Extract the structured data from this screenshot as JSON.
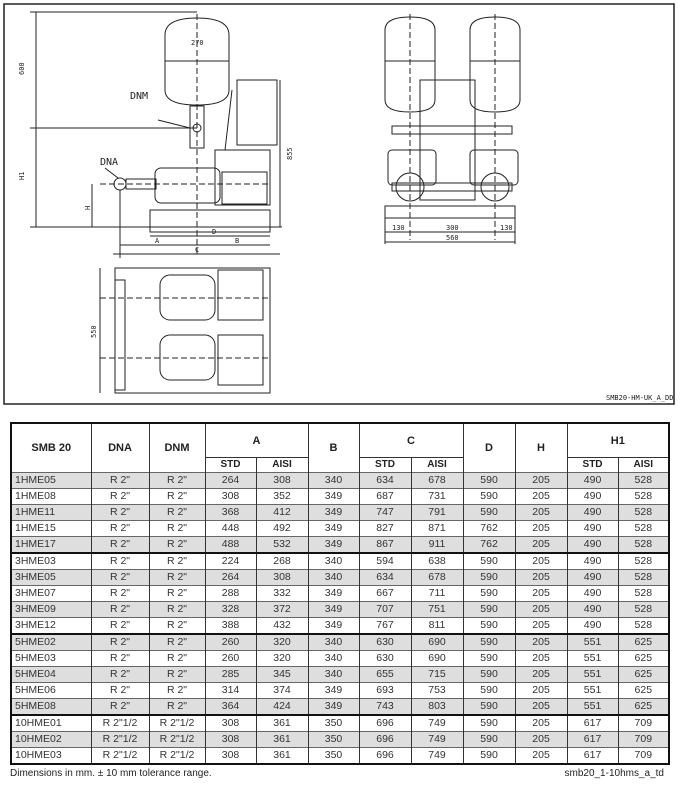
{
  "drawing": {
    "code": "SMB20-HM-UK_A_DD",
    "labels": {
      "dnm": "DNM",
      "dna": "DNA",
      "d270": "270",
      "d600": "600",
      "h1": "H1",
      "h": "H",
      "d855": "855",
      "a": "A",
      "b": "B",
      "c": "C",
      "d": "D",
      "d550": "550",
      "d130a": "130",
      "d300": "300",
      "d130b": "130",
      "d560": "560"
    }
  },
  "table": {
    "headers": {
      "model": "SMB 20",
      "dna": "DNA",
      "dnm": "DNM",
      "a": "A",
      "b": "B",
      "c": "C",
      "d": "D",
      "h": "H",
      "h1": "H1",
      "std": "STD",
      "aisi": "AISI"
    },
    "rows": [
      [
        "1HME05",
        "R 2\"",
        "R 2\"",
        "264",
        "308",
        "340",
        "634",
        "678",
        "590",
        "205",
        "490",
        "528"
      ],
      [
        "1HME08",
        "R 2\"",
        "R 2\"",
        "308",
        "352",
        "349",
        "687",
        "731",
        "590",
        "205",
        "490",
        "528"
      ],
      [
        "1HME11",
        "R 2\"",
        "R 2\"",
        "368",
        "412",
        "349",
        "747",
        "791",
        "590",
        "205",
        "490",
        "528"
      ],
      [
        "1HME15",
        "R 2\"",
        "R 2\"",
        "448",
        "492",
        "349",
        "827",
        "871",
        "762",
        "205",
        "490",
        "528"
      ],
      [
        "1HME17",
        "R 2\"",
        "R 2\"",
        "488",
        "532",
        "349",
        "867",
        "911",
        "762",
        "205",
        "490",
        "528"
      ],
      [
        "3HME03",
        "R 2\"",
        "R 2\"",
        "224",
        "268",
        "340",
        "594",
        "638",
        "590",
        "205",
        "490",
        "528"
      ],
      [
        "3HME05",
        "R 2\"",
        "R 2\"",
        "264",
        "308",
        "340",
        "634",
        "678",
        "590",
        "205",
        "490",
        "528"
      ],
      [
        "3HME07",
        "R 2\"",
        "R 2\"",
        "288",
        "332",
        "349",
        "667",
        "711",
        "590",
        "205",
        "490",
        "528"
      ],
      [
        "3HME09",
        "R 2\"",
        "R 2\"",
        "328",
        "372",
        "349",
        "707",
        "751",
        "590",
        "205",
        "490",
        "528"
      ],
      [
        "3HME12",
        "R 2\"",
        "R 2\"",
        "388",
        "432",
        "349",
        "767",
        "811",
        "590",
        "205",
        "490",
        "528"
      ],
      [
        "5HME02",
        "R 2\"",
        "R 2\"",
        "260",
        "320",
        "340",
        "630",
        "690",
        "590",
        "205",
        "551",
        "625"
      ],
      [
        "5HME03",
        "R 2\"",
        "R 2\"",
        "260",
        "320",
        "340",
        "630",
        "690",
        "590",
        "205",
        "551",
        "625"
      ],
      [
        "5HME04",
        "R 2\"",
        "R 2\"",
        "285",
        "345",
        "340",
        "655",
        "715",
        "590",
        "205",
        "551",
        "625"
      ],
      [
        "5HME06",
        "R 2\"",
        "R 2\"",
        "314",
        "374",
        "349",
        "693",
        "753",
        "590",
        "205",
        "551",
        "625"
      ],
      [
        "5HME08",
        "R 2\"",
        "R 2\"",
        "364",
        "424",
        "349",
        "743",
        "803",
        "590",
        "205",
        "551",
        "625"
      ],
      [
        "10HME01",
        "R 2\"1/2",
        "R 2\"1/2",
        "308",
        "361",
        "350",
        "696",
        "749",
        "590",
        "205",
        "617",
        "709"
      ],
      [
        "10HME02",
        "R 2\"1/2",
        "R 2\"1/2",
        "308",
        "361",
        "350",
        "696",
        "749",
        "590",
        "205",
        "617",
        "709"
      ],
      [
        "10HME03",
        "R 2\"1/2",
        "R 2\"1/2",
        "308",
        "361",
        "350",
        "696",
        "749",
        "590",
        "205",
        "617",
        "709"
      ]
    ],
    "shaded": [
      0,
      2,
      4,
      6,
      8,
      10,
      12,
      14,
      16
    ],
    "group_starts": [
      5,
      10,
      15
    ]
  },
  "footer": {
    "note": "Dimensions in mm. ± 10 mm tolerance range.",
    "code": "smb20_1-10hms_a_td"
  }
}
